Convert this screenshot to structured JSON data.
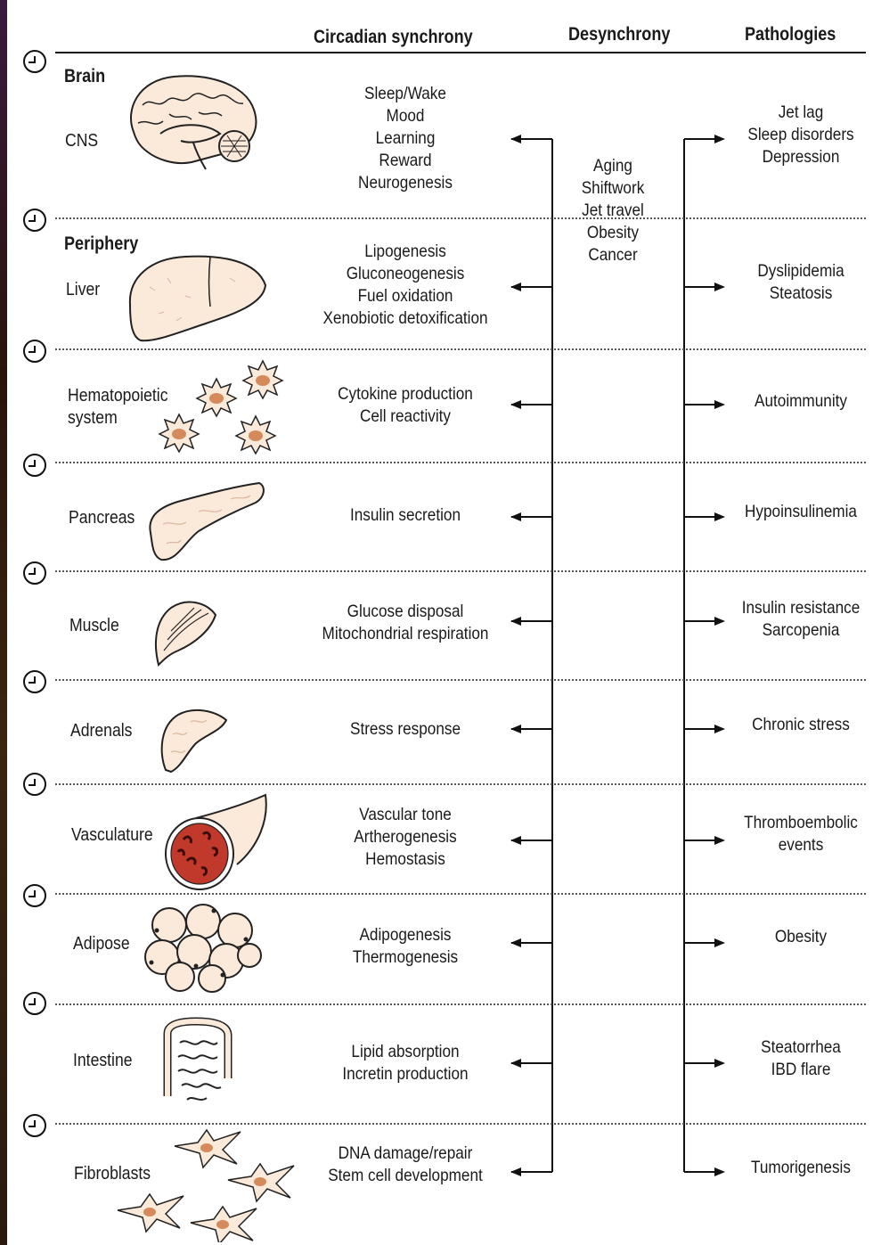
{
  "headers": {
    "synchrony": "Circadian synchrony",
    "desynchrony": "Desynchrony",
    "pathologies": "Pathologies"
  },
  "sections": {
    "brain": "Brain",
    "periphery": "Periphery"
  },
  "desynchrony_causes": [
    "Aging",
    "Shiftwork",
    "Jet travel",
    "Obesity",
    "Cancer"
  ],
  "organs": [
    {
      "name": [
        "CNS"
      ],
      "functions": [
        "Sleep/Wake",
        "Mood",
        "Learning",
        "Reward",
        "Neurogenesis"
      ],
      "pathologies": [
        "Jet lag",
        "Sleep disorders",
        "Depression"
      ],
      "icon": "brain-icon"
    },
    {
      "name": [
        "Liver"
      ],
      "functions": [
        "Lipogenesis",
        "Gluconeogenesis",
        "Fuel oxidation",
        "Xenobiotic detoxification"
      ],
      "pathologies": [
        "Dyslipidemia",
        "Steatosis"
      ],
      "icon": "liver-icon"
    },
    {
      "name": [
        "Hematopoietic",
        "system"
      ],
      "functions": [
        "Cytokine production",
        "Cell reactivity"
      ],
      "pathologies": [
        "Autoimmunity"
      ],
      "icon": "immune-cells-icon"
    },
    {
      "name": [
        "Pancreas"
      ],
      "functions": [
        "Insulin secretion"
      ],
      "pathologies": [
        "Hypoinsulinemia"
      ],
      "icon": "pancreas-icon"
    },
    {
      "name": [
        "Muscle"
      ],
      "functions": [
        "Glucose disposal",
        "Mitochondrial respiration"
      ],
      "pathologies": [
        "Insulin resistance",
        "Sarcopenia"
      ],
      "icon": "muscle-icon"
    },
    {
      "name": [
        "Adrenals"
      ],
      "functions": [
        "Stress response"
      ],
      "pathologies": [
        "Chronic stress"
      ],
      "icon": "adrenal-icon"
    },
    {
      "name": [
        "Vasculature"
      ],
      "functions": [
        "Vascular tone",
        "Artherogenesis",
        "Hemostasis"
      ],
      "pathologies": [
        "Thromboembolic",
        "events"
      ],
      "icon": "blood-vessel-icon"
    },
    {
      "name": [
        "Adipose"
      ],
      "functions": [
        "Adipogenesis",
        "Thermogenesis"
      ],
      "pathologies": [
        "Obesity"
      ],
      "icon": "adipose-cells-icon"
    },
    {
      "name": [
        "Intestine"
      ],
      "functions": [
        "Lipid absorption",
        "Incretin production"
      ],
      "pathologies": [
        "Steatorrhea",
        "IBD flare"
      ],
      "icon": "intestine-icon"
    },
    {
      "name": [
        "Fibroblasts"
      ],
      "functions": [
        "DNA damage/repair",
        "Stem cell development"
      ],
      "pathologies": [
        "Tumorigenesis"
      ],
      "icon": "fibroblast-icon"
    }
  ],
  "colors": {
    "line": "#111111",
    "organ_fill": "#f6dcc6",
    "blood": "#c0392b",
    "cell_nucleus": "#d48a5a"
  }
}
